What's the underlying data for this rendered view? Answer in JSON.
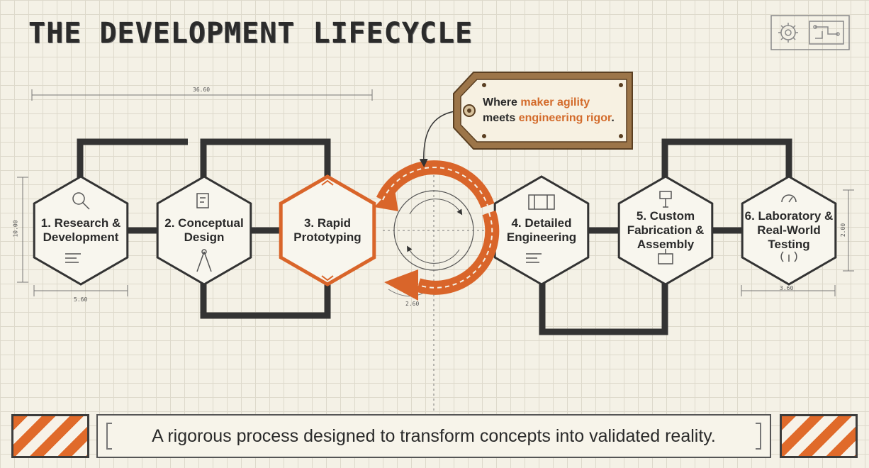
{
  "title": "THE DEVELOPMENT LIFECYCLE",
  "stages": [
    {
      "label": "1. Research & Development",
      "icon": "magnifier-icon"
    },
    {
      "label": "2. Conceptual Design",
      "icon": "compass-icon"
    },
    {
      "label": "3. Rapid Prototyping",
      "icon": "none"
    },
    {
      "label": "4. Detailed Engineering",
      "icon": "blueprint-part-icon"
    },
    {
      "label": "5. Custom Fabrication & Assembly",
      "icon": "drill-press-icon"
    },
    {
      "label": "6. Laboratory & Real-World Testing",
      "icon": "gauge-icon"
    }
  ],
  "tag": {
    "prefix": "Where ",
    "highlight1": "maker agility",
    "middle": "meets ",
    "highlight2": "engineering rigor",
    "suffix": "."
  },
  "dimensions": {
    "top_span": "36.60",
    "left_height": "10.00",
    "hex1_width": "5.60",
    "loop_width": "2.60",
    "hex6_width": "3.60",
    "right_height": "2.00"
  },
  "banner": "A rigorous process designed to transform concepts into validated reality.",
  "colors": {
    "accent": "#d9652a",
    "line": "#333333",
    "paper": "#f4f1e6"
  }
}
